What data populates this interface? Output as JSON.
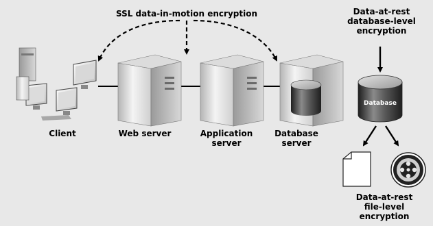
{
  "labels": {
    "ssl": "SSL data-in-motion encryption",
    "rest_db_line1": "Data-at-rest",
    "rest_db_line2": "database-level",
    "rest_db_line3": "encryption",
    "client": "Client",
    "web_server": "Web server",
    "app_server_line1": "Application",
    "app_server_line2": "server",
    "db_server_line1": "Database",
    "db_server_line2": "server",
    "database": "Database",
    "rest_file_line1": "Data-at-rest",
    "rest_file_line2": "file-level",
    "rest_file_line3": "encryption"
  },
  "colors": {
    "background": "#e8e8e8",
    "server_light": "#f2f2f2",
    "server_mid": "#c9c9c9",
    "server_dark": "#8e8e8e",
    "cylinder_dark": "#3a3a3a",
    "arrow": "#000000"
  },
  "icons": {
    "client": "desktop-computers-icon",
    "web_server": "server-tower-icon",
    "app_server": "server-tower-icon",
    "db_server": "database-server-icon",
    "database": "database-cylinder-icon",
    "folder": "folder-icon",
    "film": "film-reel-icon"
  }
}
